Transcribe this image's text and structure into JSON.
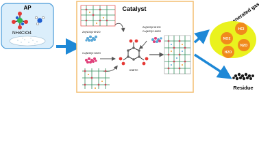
{
  "left": {
    "title": "AP",
    "formula": "NH4ClO4"
  },
  "catalyst": {
    "title": "Catalyst",
    "reagents": [
      "Zn(NO3)2·6H2O",
      "Co(NO3)2·6H2O",
      "Zn(NO3)2·6H2O",
      "Co(NO3)2·6H2O"
    ],
    "ligand": "H3BTC"
  },
  "gas": {
    "title": "The generated gas",
    "species": [
      "HCl",
      "NO2",
      "N2O",
      "H2O"
    ]
  },
  "residue": {
    "label": "Residue"
  },
  "colors": {
    "panel_border": "#f4c27a",
    "arrow": "#1e88d6",
    "gas_ellipse": "#eaf21e",
    "gas_fill": "#f08a1c",
    "ap_border": "#4a9bd8",
    "ap_bg": "#dbeefb",
    "zn_blob": "#5aa8d8",
    "co_blob": "#e0407a"
  }
}
